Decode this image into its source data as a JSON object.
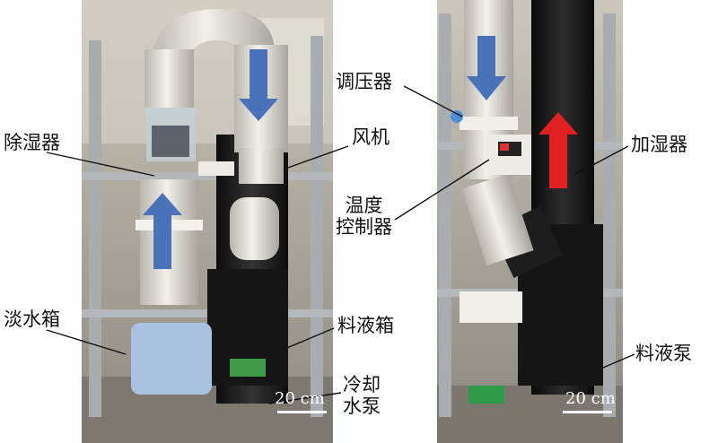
{
  "labels": {
    "dehumidifier": "除湿器",
    "fan": "风机",
    "fresh_water_tank": "淡水箱",
    "liquid_tank": "料液箱",
    "cooling_pump_line1": "冷却",
    "cooling_pump_line2": "水泵",
    "pressure_regulator": "调压器",
    "temp_controller_line1": "温度",
    "temp_controller_line2": "控制器",
    "humidifier": "加湿器",
    "liquid_pump": "料液泵"
  },
  "scale_bar": {
    "left": "20 cm",
    "right": "20 cm"
  },
  "colors": {
    "flow_down": "#4a72b8",
    "flow_up": "#e02020",
    "pvc_white": "#e8e6df",
    "black_column": "#1a1a1a",
    "frame": "#a9adb0"
  }
}
